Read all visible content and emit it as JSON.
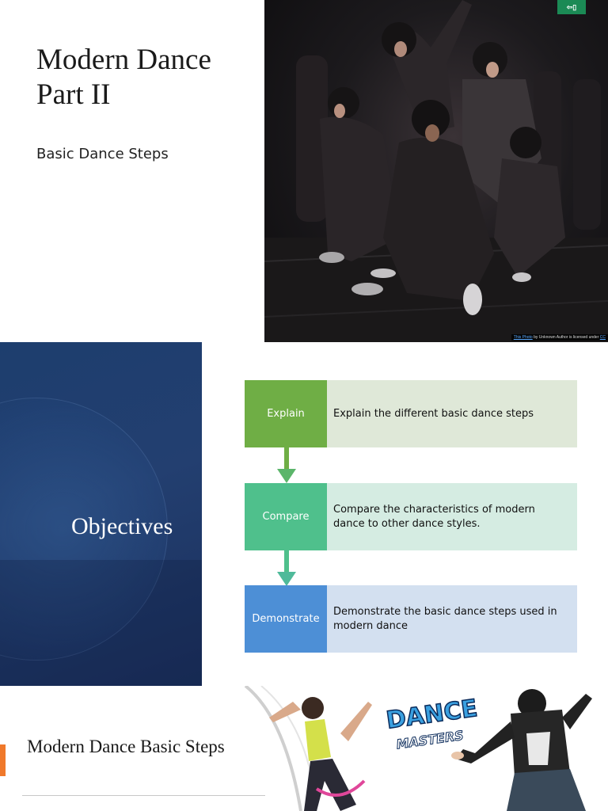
{
  "slide1": {
    "title": "Modern Dance Part II",
    "subtitle": "Basic Dance Steps",
    "photo_credit_link": "This Photo",
    "photo_credit_text": " by Unknown Author is licensed under ",
    "photo_credit_license": "CC"
  },
  "slide2": {
    "title": "Objectives",
    "steps": [
      {
        "label": "Explain",
        "text": "Explain the different basic dance steps"
      },
      {
        "label": "Compare",
        "text": "Compare the characteristics of modern dance to other dance styles."
      },
      {
        "label": "Demonstrate",
        "text": "Demonstrate the basic dance steps used in modern dance"
      }
    ]
  },
  "slide3": {
    "title": "Modern Dance Basic Steps",
    "logo_line1": "DANCE",
    "logo_line2": "MASTERS"
  },
  "colors": {
    "explain": "#6fae45",
    "compare": "#4fc08c",
    "demonstrate": "#4d8fd6",
    "accent": "#f0792b",
    "objectives_panel": "#233f70"
  }
}
